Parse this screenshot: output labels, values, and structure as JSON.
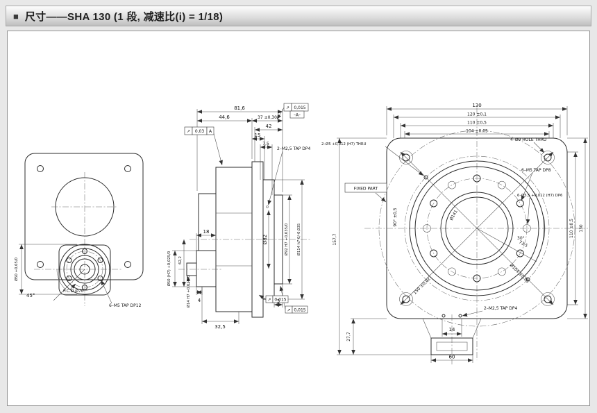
{
  "header": {
    "bullet": "■",
    "title": "尺寸——SHA 130 (1 段, 减速比(i) = 1/18)"
  },
  "left_view": {
    "dia50": "Ø50 +0,05/0",
    "angle45": "45°",
    "pcd": "P.C.D Ø70",
    "tap": "6–M5 TAP DP12"
  },
  "section_view": {
    "dim_81_6": "81,6",
    "dim_44_6": "44,6",
    "dim_37": "37 ±0,30",
    "dim_42": "42",
    "dim_15": "15",
    "dim_7_5": "7,5",
    "fcf_top_sym": "↗",
    "fcf_top_val": "0,015",
    "fcf_top_datum": "–A–",
    "fcf_left_sym": "↗",
    "fcf_left_val": "0,03",
    "fcf_left_ref": "A",
    "tap": "2–M2,5 TAP DP4",
    "dia_82": "Ø82",
    "dia_92": "Ø92 H7 +0,035/0",
    "dia_114": "Ø114 h7 0/-0,035",
    "dia_50h7": "Ø50 (H7) +0,025/0",
    "dia_14": "Ø14 H7 +0,018/0",
    "dim_62_2": "62,2",
    "dim_18": "18",
    "dim_4": "4",
    "dim_32_5": "32,5",
    "dim_3": "3",
    "fcf_b1_sym": "↗",
    "fcf_b1_val": "0,015",
    "fcf_b2_sym": "↗",
    "fcf_b2_val": "0,015"
  },
  "front_view": {
    "dim_130_top": "130",
    "dim_120": "120 ±0,1",
    "dim_110_top": "110 ±0,5",
    "dim_104_top": "104 ±0,05",
    "pins": "2–Ø5 +0,012 (H7) THRU",
    "holes": "4–Ø9 HOLE THRU",
    "fixed_part": "FIXED PART",
    "m5": "6–M5 TAP DP8",
    "dia55": "6–Ø5,5 +0,012 (H7) DP6",
    "angle90": "90° ±0,5",
    "dim_157_7": "157,7",
    "dim_27_7": "27,7",
    "dim_150": "150 ±0,02",
    "dia104": "Ø104 ±0,05",
    "dia141": "Ø141",
    "dim_73_5": "73,5",
    "angle30": "30°",
    "dim_110_right": "110 ±0,5",
    "dim_130_right": "130",
    "tap": "2–M2,5 TAP DP4",
    "dim_14": "14",
    "dim_60": "60"
  }
}
